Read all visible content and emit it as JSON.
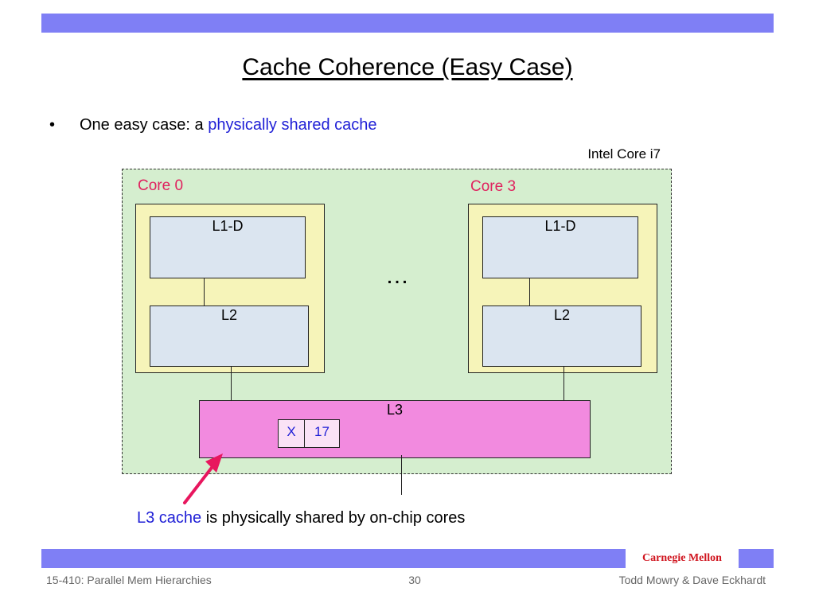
{
  "slide": {
    "title": "Cache Coherence (Easy Case)",
    "bullet_symbol": "•",
    "bullet_prefix": "One easy case: a ",
    "bullet_highlight": "physically shared cache",
    "chip_label": "Intel Core i7",
    "cores": [
      {
        "label": "Core 0",
        "l1": "L1-D",
        "l2": "L2"
      },
      {
        "label": "Core 3",
        "l1": "L1-D",
        "l2": "L2"
      }
    ],
    "ellipsis": "…",
    "l3_label": "L3",
    "l3_entry": {
      "key": "X",
      "value": "17"
    },
    "caption_highlight": "L3 cache",
    "caption_rest": " is physically shared by on-chip cores"
  },
  "footer": {
    "brand": "Carnegie Mellon",
    "left": "15-410: Parallel Mem Hierarchies",
    "page": "30",
    "right": "Todd Mowry & Dave Eckhardt"
  },
  "colors": {
    "bar": "#7f7ff5",
    "chip_fill": "#d5eecf",
    "core_fill": "#f6f4b9",
    "cache_fill": "#dbe5f0",
    "l3_fill": "#f28adf",
    "core_label": "#e0215e",
    "highlight": "#1f1fd6",
    "arrow": "#e8165e",
    "brand": "#d0151f"
  }
}
